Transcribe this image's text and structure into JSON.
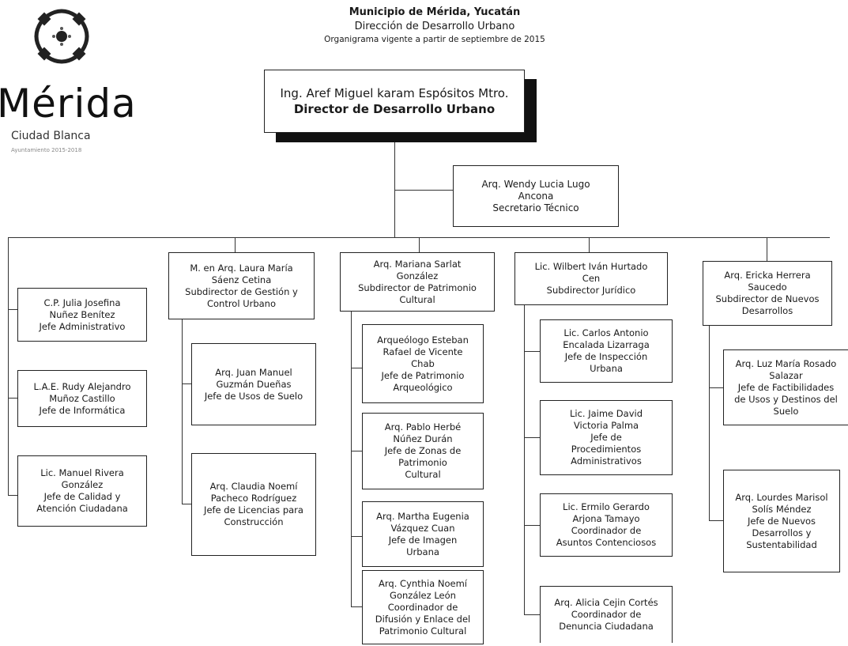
{
  "header": {
    "title": "Municipio de Mérida, Yucatán",
    "subtitle": "Dirección de Desarrollo Urbano",
    "note": "Organigrama  vigente a partir de septiembre de  2015"
  },
  "logo": {
    "wordmark": "Mérida",
    "tagline": "Ciudad Blanca",
    "small_text": "Ayuntamiento 2015-2018"
  },
  "director": {
    "name": "Ing. Aref Miguel karam Espósitos Mtro.",
    "role": "Director de Desarrollo Urbano"
  },
  "secretary": {
    "lines": [
      "Arq. Wendy Lucia Lugo",
      "Ancona",
      "Secretario Técnico"
    ]
  },
  "left_column": [
    {
      "lines": [
        "C.P. Julia Josefina",
        "Nuñez Benítez",
        "Jefe Administrativo"
      ]
    },
    {
      "lines": [
        "L.A.E. Rudy Alejandro",
        "Muñoz Castillo",
        "Jefe de Informática"
      ]
    },
    {
      "lines": [
        "Lic. Manuel Rivera",
        "González",
        "Jefe de Calidad y",
        "Atención Ciudadana"
      ]
    }
  ],
  "subdirectors": [
    {
      "lines": [
        "M. en Arq. Laura María",
        "Sáenz Cetina",
        "Subdirector de Gestión y",
        "Control Urbano"
      ]
    },
    {
      "lines": [
        "Arq. Mariana Sarlat",
        "González",
        "Subdirector de Patrimonio",
        "Cultural"
      ]
    },
    {
      "lines": [
        "Lic. Wilbert Iván Hurtado",
        "Cen",
        "Subdirector Jurídico"
      ]
    },
    {
      "lines": [
        "Arq. Ericka Herrera",
        "Saucedo",
        "Subdirector de Nuevos",
        "Desarrollos"
      ]
    }
  ],
  "gestion_children": [
    {
      "lines": [
        "Arq. Juan Manuel",
        "Guzmán Dueñas",
        "Jefe de Usos de Suelo"
      ]
    },
    {
      "lines": [
        "Arq. Claudia Noemí",
        "Pacheco Rodríguez",
        "Jefe de Licencias para",
        "Construcción"
      ]
    }
  ],
  "patrimonio_children": [
    {
      "lines": [
        "Arqueólogo Esteban",
        "Rafael de Vicente",
        "Chab",
        "Jefe de Patrimonio",
        "Arqueológico"
      ]
    },
    {
      "lines": [
        "Arq. Pablo Herbé",
        "Núñez Durán",
        "Jefe de Zonas de",
        "Patrimonio",
        "Cultural"
      ]
    },
    {
      "lines": [
        "Arq. Martha Eugenia",
        "Vázquez Cuan",
        "Jefe de Imagen",
        "Urbana"
      ]
    },
    {
      "lines": [
        "Arq. Cynthia Noemí",
        "González León",
        "Coordinador de",
        "Difusión y Enlace del",
        "Patrimonio Cultural"
      ]
    }
  ],
  "juridico_children": [
    {
      "lines": [
        "Lic. Carlos Antonio",
        "Encalada Lizarraga",
        "Jefe de Inspección",
        "Urbana"
      ]
    },
    {
      "lines": [
        "Lic. Jaime David",
        "Victoria Palma",
        "Jefe de",
        "Procedimientos",
        "Administrativos"
      ]
    },
    {
      "lines": [
        "Lic. Ermilo Gerardo",
        "Arjona Tamayo",
        "Coordinador de",
        "Asuntos Contenciosos"
      ]
    },
    {
      "lines": [
        "Arq. Alicia Cejin Cortés",
        "Coordinador de",
        "Denuncia Ciudadana"
      ]
    }
  ],
  "nuevos_children": [
    {
      "lines": [
        "Arq. Luz María Rosado",
        "Salazar",
        "Jefe de Factibilidades",
        "de Usos y Destinos del",
        "Suelo"
      ]
    },
    {
      "lines": [
        "Arq. Lourdes Marisol",
        "Solís Méndez",
        "Jefe de Nuevos",
        "Desarrollos y",
        "Sustentabilidad"
      ]
    }
  ]
}
